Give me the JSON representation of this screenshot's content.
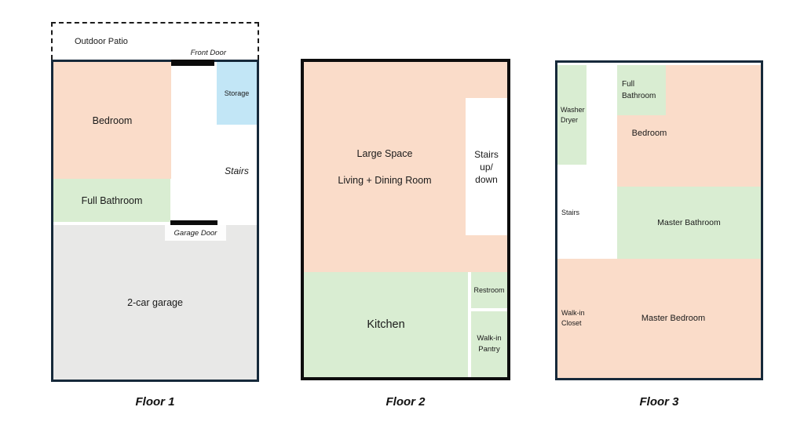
{
  "palette": {
    "room_peach": "#FADCC9",
    "room_green": "#D9EDD2",
    "room_blue": "#C2E6F6",
    "room_gray": "#E8E8E7",
    "wall_dark": "#16293A",
    "wall_black": "#0D0D0D",
    "door_black": "#0B0B0B"
  },
  "floor1": {
    "caption": "Floor 1",
    "patio_label": "Outdoor Patio",
    "front_door_label": "Front Door",
    "garage_door_label": "Garage Door",
    "rooms": {
      "bedroom": "Bedroom",
      "storage": "Storage",
      "stairs": "Stairs",
      "full_bathroom": "Full Bathroom",
      "garage": "2-car garage"
    }
  },
  "floor2": {
    "caption": "Floor 2",
    "rooms": {
      "large_space": "Large Space\n\nLiving + Dining Room",
      "stairs": "Stairs\nup/\ndown",
      "kitchen": "Kitchen",
      "restroom": "Restroom",
      "pantry": "Walk-in\nPantry"
    }
  },
  "floor3": {
    "caption": "Floor 3",
    "rooms": {
      "washer_dryer": "Washer\nDryer",
      "full_bathroom": "Full\nBathroom",
      "bedroom": "Bedroom",
      "stairs": "Stairs",
      "master_bathroom": "Master Bathroom",
      "walk_in_closet": "Walk-in\nCloset",
      "master_bedroom": "Master Bedroom"
    }
  }
}
